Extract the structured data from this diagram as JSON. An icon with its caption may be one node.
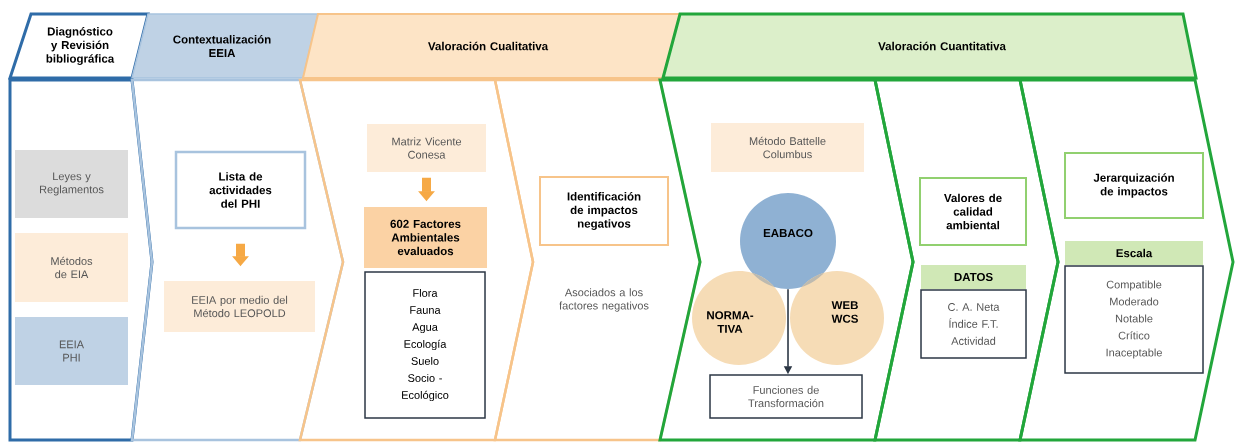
{
  "diagram": {
    "nodes": [
      {
        "text": [
          "Diagnóstico y Revisión bibliográfica"
        ]
      },
      {
        "text": [
          "Contextualización EEIA"
        ]
      },
      {
        "text": [
          "Valoración Cualitativa"
        ]
      },
      {
        "text": [
          "Valoración Cuantitativa"
        ]
      },
      {
        "text": [],
        "shape": "chevron"
      },
      {
        "text": [
          "Leyes y Reglamentos"
        ],
        "in": 4
      },
      {
        "text": [
          "Métodos de EIA"
        ],
        "in": 4
      },
      {
        "text": [
          "EEIA PHI"
        ],
        "in": 4
      },
      {
        "text": [],
        "shape": "chevron"
      },
      {
        "text": [
          "Lista de actividades del PHI"
        ],
        "in": 8
      },
      {
        "text": [
          "EEIA por medio del Método LEOPOLD"
        ],
        "in": 8
      },
      {
        "text": [],
        "shape": "chevron"
      },
      {
        "text": [
          "Matriz Vicente Conesa"
        ],
        "in": 11
      },
      {
        "text": [
          "602 Factores Ambientales evaluados"
        ],
        "in": 11
      },
      {
        "text": [
          "Flora",
          "Fauna",
          "Agua",
          "Ecología",
          "Suelo",
          "Socio - Ecológico"
        ],
        "in": 11
      },
      {
        "text": [],
        "shape": "chevron"
      },
      {
        "text": [
          "Identificación de impactos negativos"
        ],
        "beside": [
          "Asociados a los factores negativos"
        ],
        "in": 15
      },
      {
        "text": [],
        "shape": "chevron"
      },
      {
        "text": [
          "Método Battelle Columbus"
        ],
        "in": 17
      },
      {
        "text": [
          "EABACO"
        ],
        "in": 17
      },
      {
        "text": [
          "NORMA- TIVA"
        ],
        "in": 17
      },
      {
        "text": [
          "WEB WCS"
        ],
        "in": 17
      },
      {
        "text": [
          "Funciones de Transformación"
        ],
        "in": 17
      },
      {
        "text": [],
        "shape": "chevron"
      },
      {
        "text": [
          "Valores de calidad ambiental"
        ],
        "in": 23
      },
      {
        "text": [
          "DATOS"
        ],
        "in": 23
      },
      {
        "text": [
          "C. A. Neta",
          "Índice F.T.",
          "Actividad"
        ],
        "in": 23
      },
      {
        "text": [],
        "shape": "chevron"
      },
      {
        "text": [
          "Jerarquización de impactos"
        ],
        "in": 27
      },
      {
        "text": [
          "Escala"
        ],
        "in": 27
      },
      {
        "text": [
          "Compatible",
          "Moderado",
          "Notable",
          "Crítico",
          "Inaceptable"
        ],
        "in": 27
      }
    ],
    "edges": [
      {
        "from": 9,
        "to": 10,
        "arrow": "to"
      },
      {
        "from": 12,
        "to": 13,
        "arrow": "to"
      },
      {
        "from": 19,
        "to": 22,
        "arrow": "to",
        "color": "#2c3745"
      }
    ]
  }
}
